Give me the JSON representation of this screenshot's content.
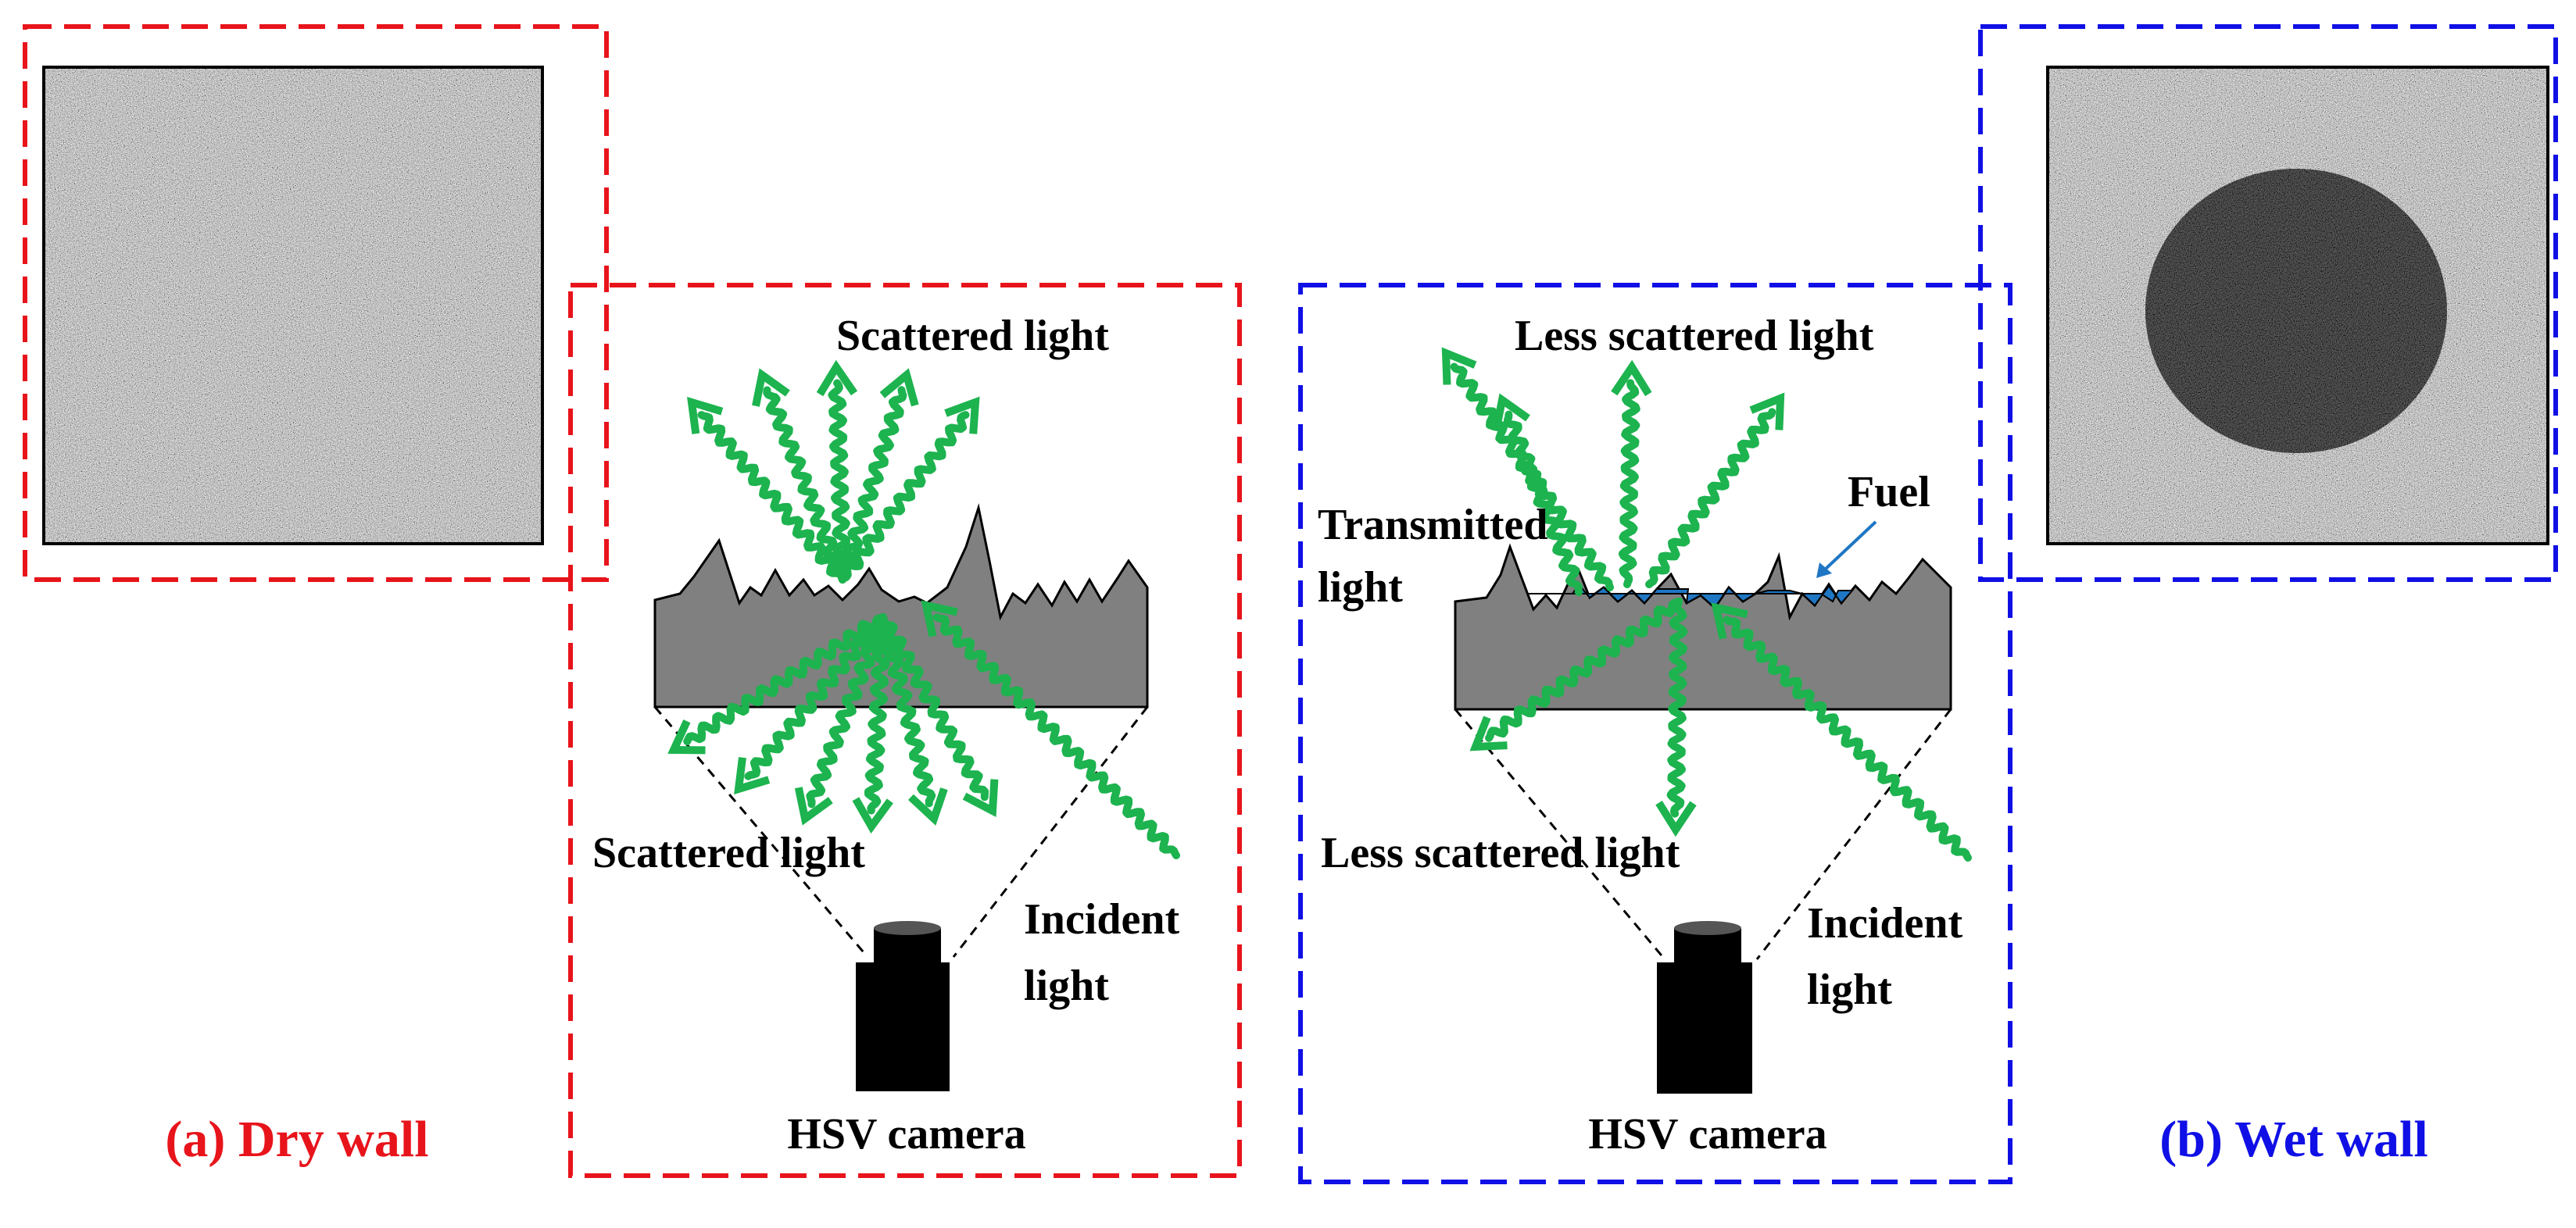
{
  "colors": {
    "dry": "#e8141b",
    "wet": "#1010e6",
    "light": "#1db34f",
    "surface": "#808080",
    "fuel": "#1f77c4",
    "camera": "#000000"
  },
  "dry_panel": {
    "caption": "(a) Dry wall",
    "scattered_top": "Scattered light",
    "scattered_bottom": "Scattered light",
    "incident": [
      "Incident",
      "light"
    ],
    "camera": "HSV camera"
  },
  "wet_panel": {
    "caption": "(b) Wet wall",
    "scattered_top": "Less scattered light",
    "scattered_bottom": "Less scattered light",
    "transmitted": [
      "Transmitted",
      "light"
    ],
    "fuel": "Fuel",
    "incident": [
      "Incident",
      "light"
    ],
    "camera": "HSV camera"
  }
}
